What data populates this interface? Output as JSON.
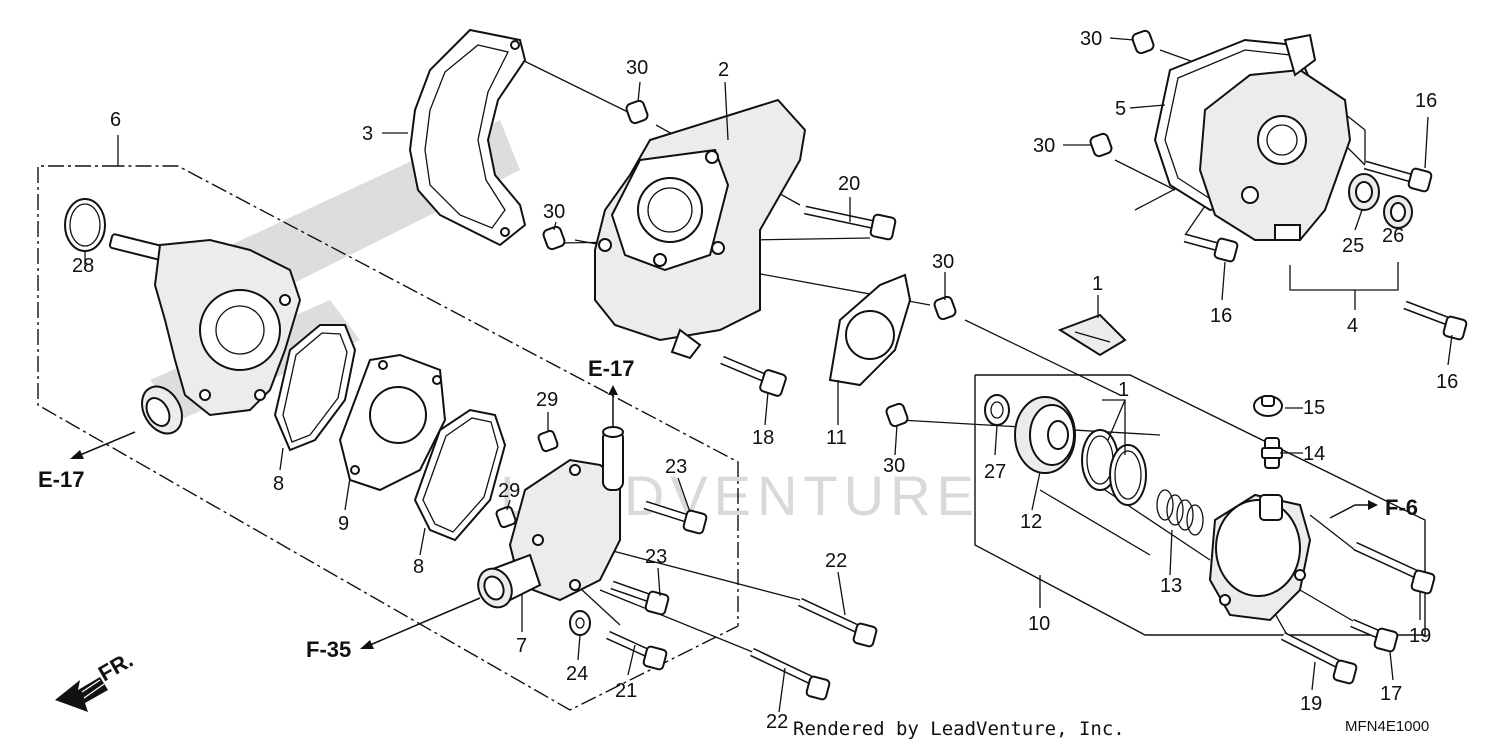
{
  "callouts": {
    "c1a": "1",
    "c1b": "1",
    "c2": "2",
    "c3": "3",
    "c4": "4",
    "c5": "5",
    "c6": "6",
    "c7": "7",
    "c8a": "8",
    "c8b": "8",
    "c9": "9",
    "c10": "10",
    "c11": "11",
    "c12": "12",
    "c13": "13",
    "c14": "14",
    "c15": "15",
    "c16a": "16",
    "c16b": "16",
    "c16c": "16",
    "c17": "17",
    "c18": "18",
    "c19a": "19",
    "c19b": "19",
    "c20": "20",
    "c21": "21",
    "c22a": "22",
    "c22b": "22",
    "c23a": "23",
    "c23b": "23",
    "c24": "24",
    "c25": "25",
    "c26": "26",
    "c27": "27",
    "c28": "28",
    "c29a": "29",
    "c29b": "29",
    "c30a": "30",
    "c30b": "30",
    "c30c": "30",
    "c30d": "30",
    "c30e": "30",
    "c30f": "30"
  },
  "refs": {
    "e17_left": "E-17",
    "e17_center": "E-17",
    "f35": "F-35",
    "f6": "F-6",
    "front": "FR."
  },
  "watermark": "LEADVENTURE",
  "footer": {
    "credit": "Rendered by LeadVenture, Inc.",
    "code": "MFN4E1000"
  }
}
